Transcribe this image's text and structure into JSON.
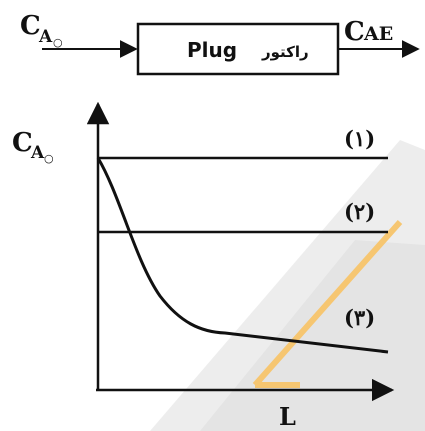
{
  "block": {
    "input_main": "C",
    "input_sub": "A",
    "input_sub2": "○",
    "reactor_label_latin": "Plug",
    "reactor_label_fa": "راکتور",
    "output_main": "C",
    "output_sub": "AE"
  },
  "plot": {
    "ylabel_main": "C",
    "ylabel_sub": "A",
    "ylabel_sub2": "○",
    "xlabel": "L",
    "curve_labels": [
      "(۱)",
      "(۲)",
      "(۳)"
    ]
  },
  "colors": {
    "ink": "#111111",
    "watermark_gray": "#e6e6e6",
    "watermark_orange": "#f6b34a"
  }
}
